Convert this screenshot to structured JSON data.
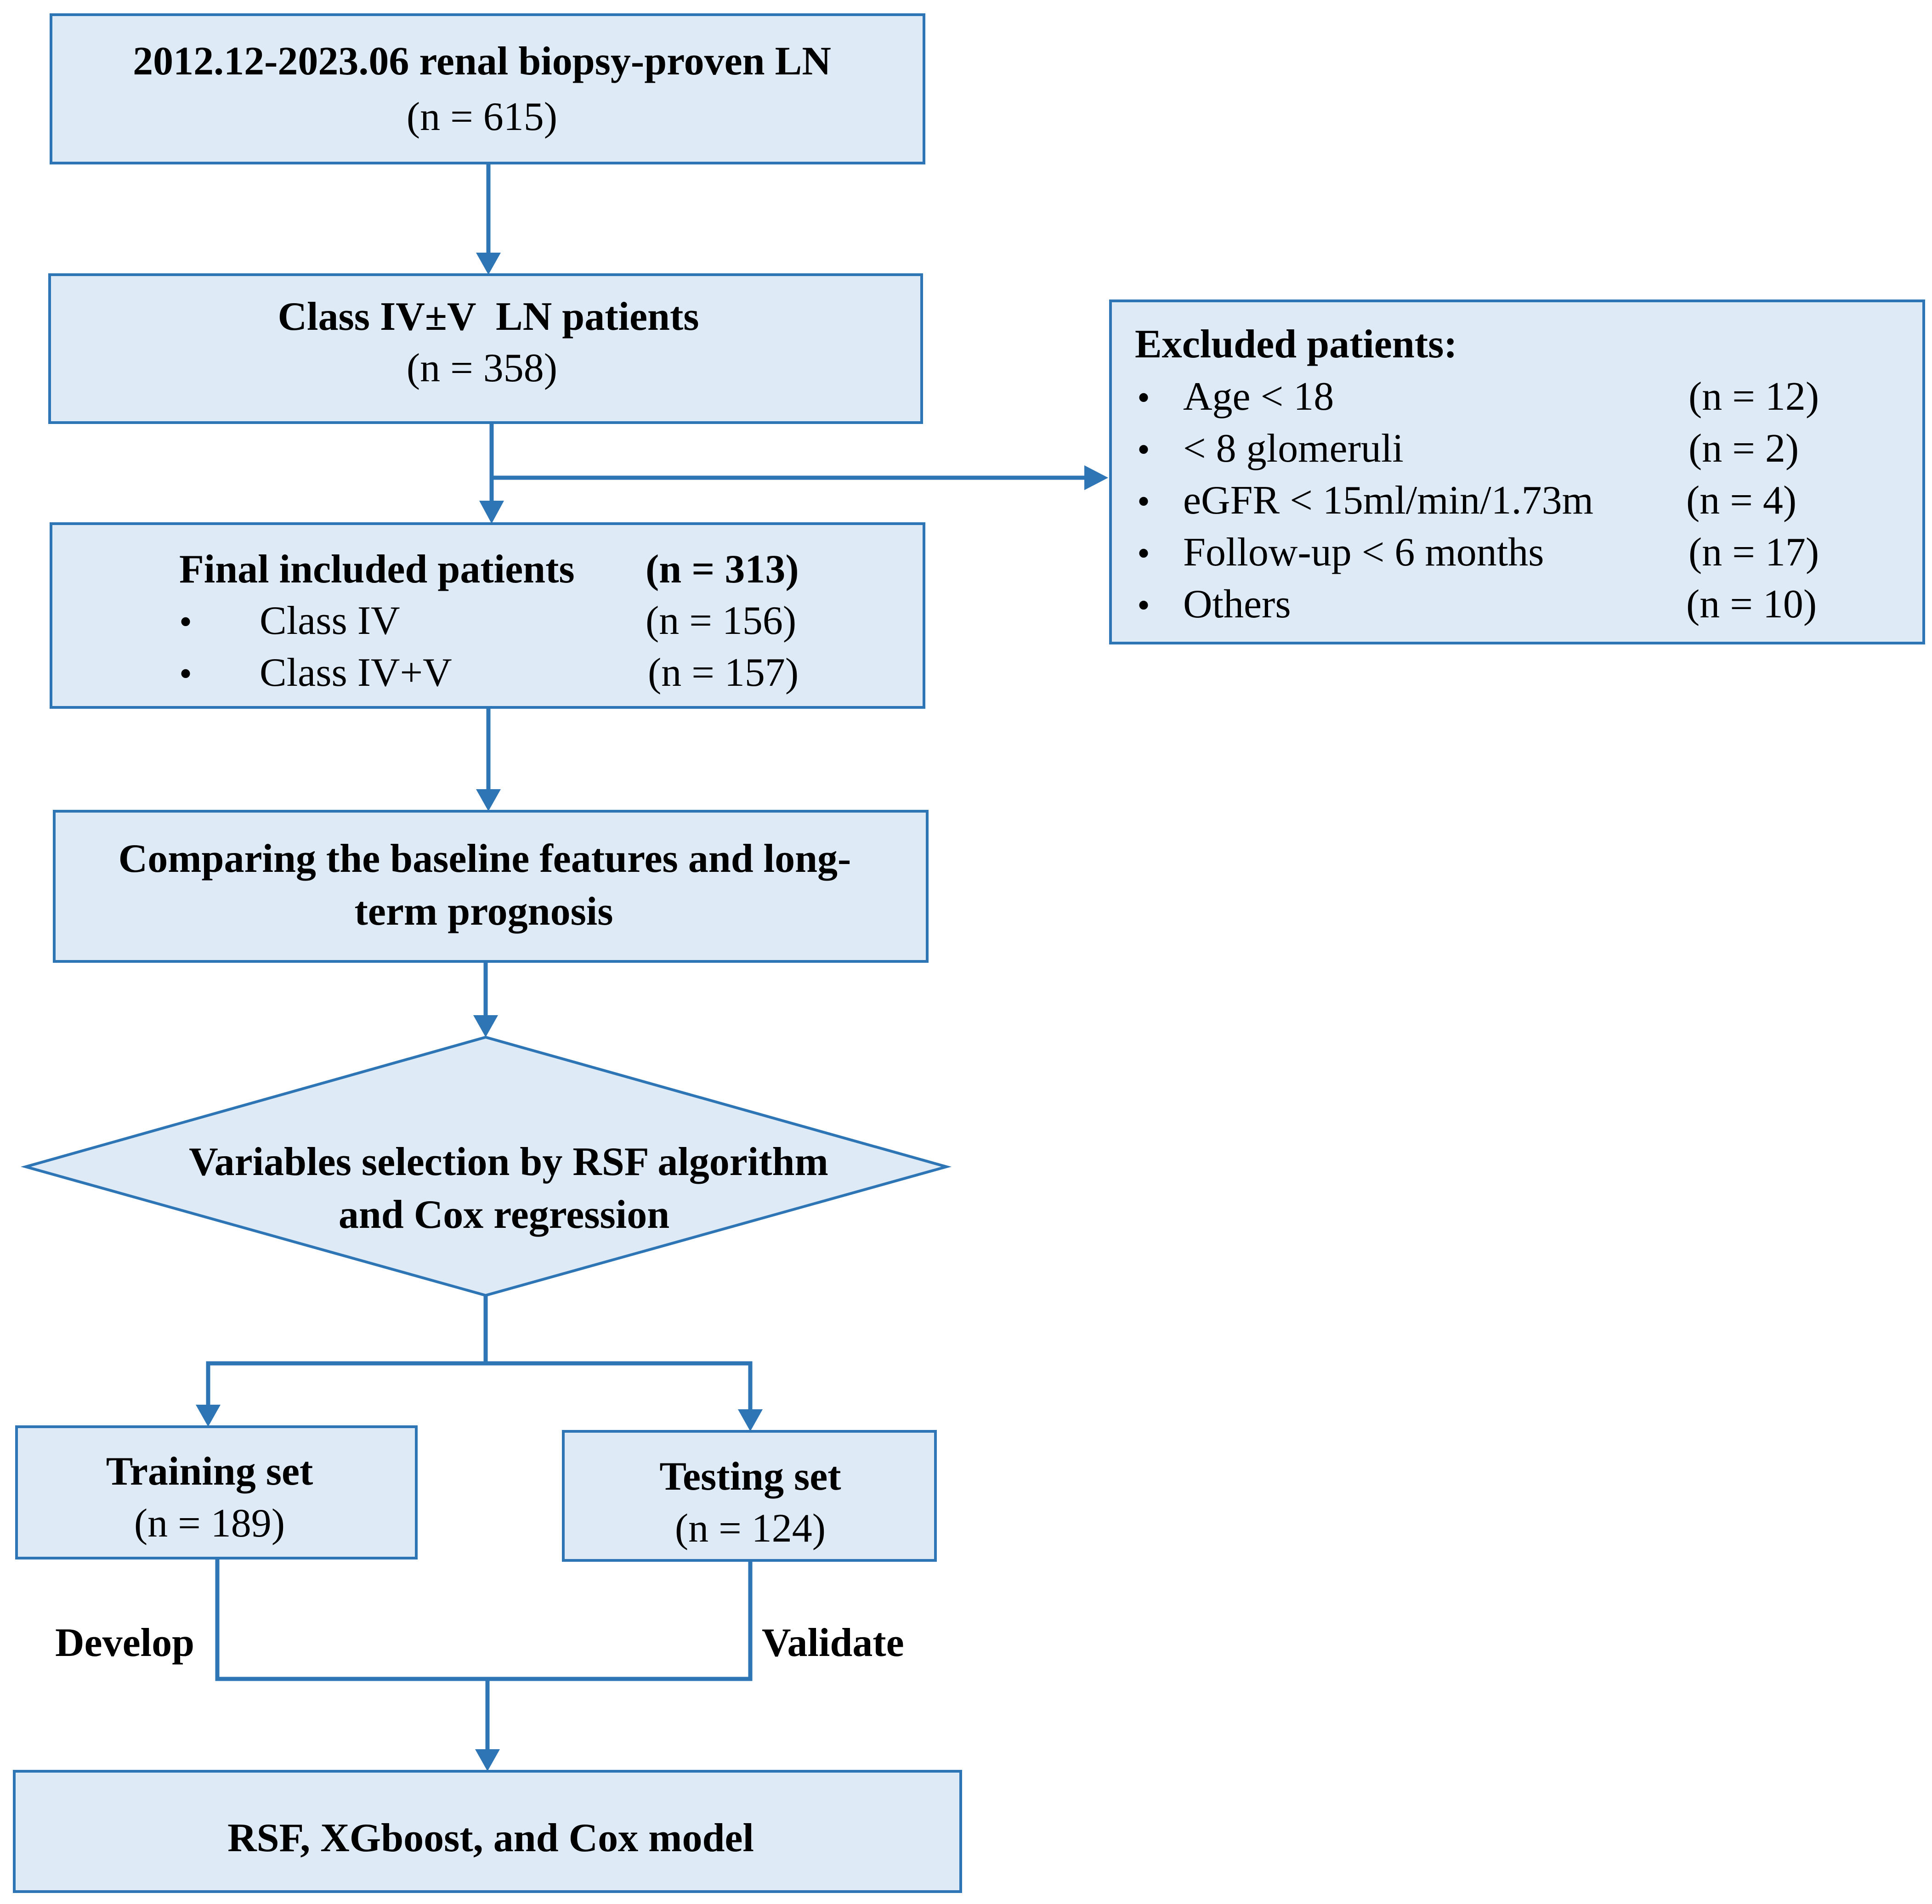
{
  "colors": {
    "box_fill": "#deeaf6",
    "box_stroke": "#2e75b6",
    "arrow": "#2e75b6",
    "text": "#000000"
  },
  "boxes": {
    "biopsy": {
      "title": "2012.12-2023.06 renal biopsy-proven LN",
      "count": "(n = 615)"
    },
    "class": {
      "title": "Class IV±V  LN patients",
      "count": "(n = 358)"
    },
    "final": {
      "title": "Final included patients",
      "count": "(n = 313)",
      "items": [
        {
          "bullet": "•",
          "label": "Class IV",
          "count": "(n = 156)"
        },
        {
          "bullet": "•",
          "label": "Class IV+V",
          "count": "(n = 157)"
        }
      ]
    },
    "excluded": {
      "title": "Excluded patients:",
      "items": [
        {
          "bullet": "•",
          "label": "Age < 18",
          "count": "(n = 12)"
        },
        {
          "bullet": "•",
          "label": "< 8 glomeruli",
          "count": "(n = 2)"
        },
        {
          "bullet": "•",
          "label": "eGFR < 15ml/min/1.73m",
          "count": "(n = 4)"
        },
        {
          "bullet": "•",
          "label": "Follow-up < 6 months",
          "count": "(n = 17)"
        },
        {
          "bullet": "•",
          "label": "Others",
          "count": "(n = 10)"
        }
      ]
    },
    "comparing": {
      "line1": "Comparing the baseline features and long-",
      "line2": "term prognosis"
    },
    "selection": {
      "line1": "Variables selection by RSF algorithm",
      "line2": "and Cox regression"
    },
    "training": {
      "title": "Training set",
      "count": "(n = 189)"
    },
    "testing": {
      "title": "Testing set",
      "count": "(n = 124)"
    },
    "models": {
      "title": "RSF, XGboost, and Cox model"
    }
  },
  "edge_labels": {
    "develop": "Develop",
    "validate": "Validate"
  }
}
